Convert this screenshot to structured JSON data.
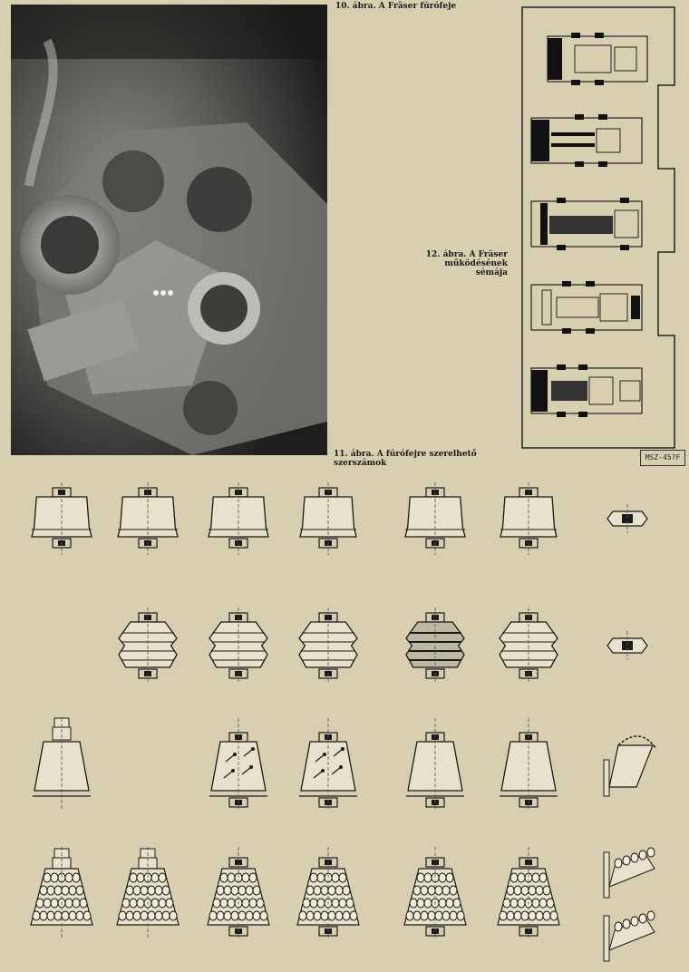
{
  "captions": {
    "fig10": "10. ábra. A Fräser fúrófeje",
    "fig12_line1": "12. ábra. A Fräser működésének",
    "fig12_line2": "sémája",
    "fig11_line1": "11. ábra. A fúrófejre szerelhető",
    "fig11_line2": "szerszámok"
  },
  "stamp": "MSZ-45?F",
  "photo": {
    "subject": "drill head photograph"
  },
  "schema": {
    "stages": 5
  },
  "tools": {
    "rows": [
      {
        "types": [
          "disc-a",
          "disc-a",
          "disc-a",
          "disc-b",
          "disc-a",
          "disc-b",
          "small"
        ]
      },
      {
        "types": [
          "",
          "ribbed",
          "ribbed",
          "ribbed",
          "ribbed-dark",
          "ribbed",
          "small"
        ]
      },
      {
        "types": [
          "cone-tall",
          "",
          "cone-arrows",
          "cone-arrows",
          "cone",
          "cone",
          "side-cutter"
        ]
      },
      {
        "types": [
          "tooth-tall",
          "tooth-tall",
          "tooth",
          "tooth",
          "tooth",
          "tooth",
          "side-teeth"
        ]
      }
    ]
  },
  "colors": {
    "paper": "#d6d0b0",
    "ink": "#1a1a1a",
    "photo_dark": "#2e2e2c"
  }
}
